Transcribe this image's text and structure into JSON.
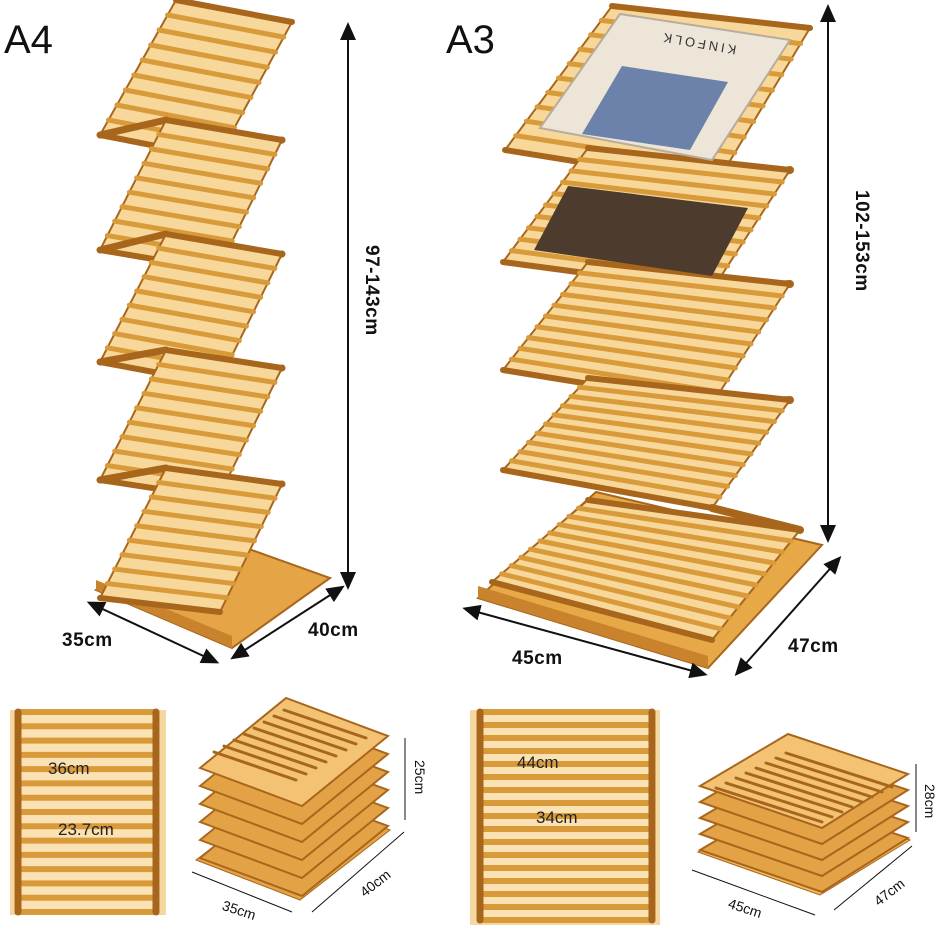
{
  "titles": {
    "a4": "A4",
    "a3": "A3"
  },
  "a4": {
    "height": "97-143cm",
    "depth": "35cm",
    "width": "40cm",
    "shelf_length": "36cm",
    "shelf_width": "23.7cm",
    "folded_height": "25cm",
    "folded_depth": "35cm",
    "folded_width": "40cm"
  },
  "a3": {
    "height": "102-153cm",
    "depth": "45cm",
    "width": "47cm",
    "shelf_length": "44cm",
    "shelf_width": "34cm",
    "folded_height": "28cm",
    "folded_depth": "45cm",
    "folded_width": "47cm"
  },
  "magazine": {
    "cover_text": "KINFOLK"
  },
  "colors": {
    "wood_light": "#f0b95a",
    "wood_mid": "#d99a3a",
    "wood_dark": "#a8661c",
    "ink": "#111111"
  }
}
